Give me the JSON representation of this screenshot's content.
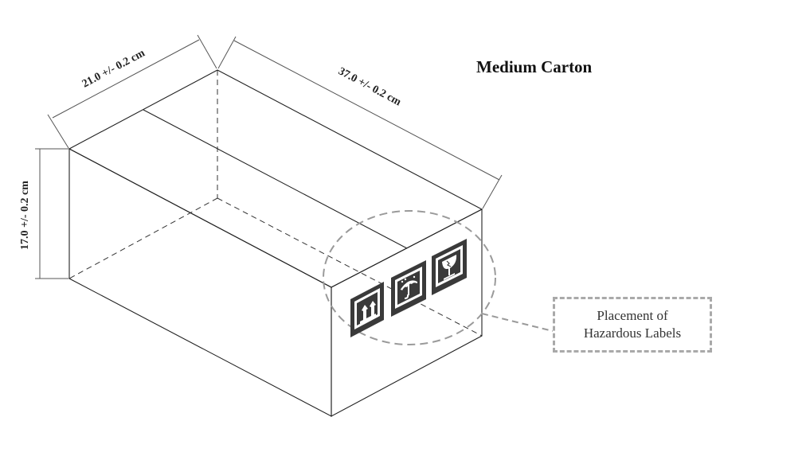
{
  "title": "Medium Carton",
  "dimensions": {
    "width": "21.0 +/- 0.2 cm",
    "length": "37.0 +/- 0.2 cm",
    "height": "17.0 +/- 0.2 cm"
  },
  "callout": {
    "line1": "Placement of",
    "line2": "Hazardous Labels"
  },
  "hazard_labels": [
    "this-way-up-icon",
    "keep-dry-icon",
    "fragile-icon"
  ],
  "colors": {
    "box_edge": "#222222",
    "dimension_line": "#555555",
    "dashed_guide": "#9a9a9a",
    "label_fill": "#3a3a3a"
  }
}
